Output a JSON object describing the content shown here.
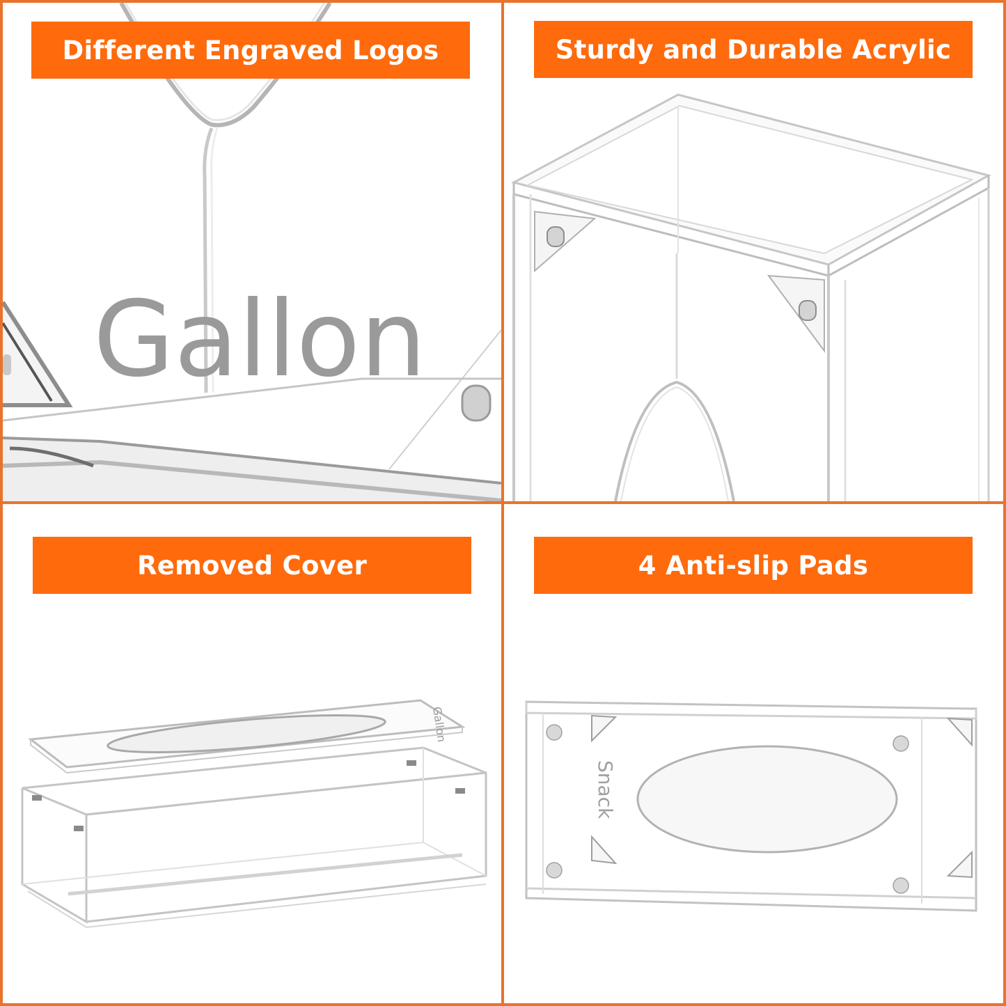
{
  "panels": [
    {
      "banner": "Different Engraved Logos",
      "engraving": "Gallon"
    },
    {
      "banner": "Sturdy and Durable Acrylic"
    },
    {
      "banner": "Removed Cover",
      "engraving": "Gallon"
    },
    {
      "banner": "4 Anti-slip Pads",
      "engraving": "Snack"
    }
  ],
  "colors": {
    "accent": "#ff6a0c",
    "border": "#e8742c",
    "engraving": "#9a9a9a"
  }
}
